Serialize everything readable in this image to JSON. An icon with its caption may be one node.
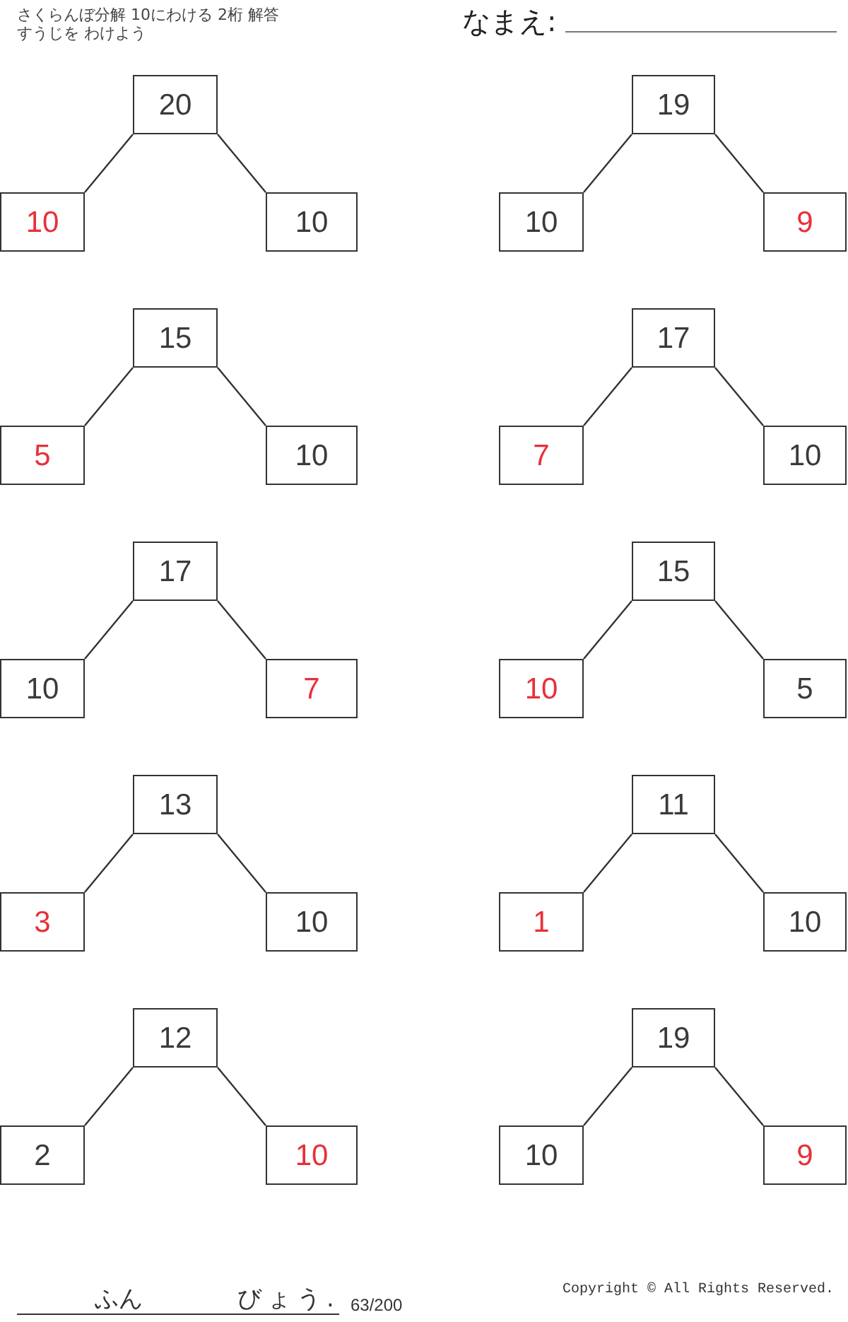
{
  "diagram": {
    "title": "さくらんぼ分解 10にわける 2桁 解答",
    "nodes": [
      {
        "text": [
          "20"
        ]
      },
      {
        "text": [
          "10"
        ]
      },
      {
        "text": [
          "10"
        ]
      },
      {
        "text": [
          "19"
        ]
      },
      {
        "text": [
          "10"
        ]
      },
      {
        "text": [
          "9"
        ]
      },
      {
        "text": [
          "15"
        ]
      },
      {
        "text": [
          "5"
        ]
      },
      {
        "text": [
          "10"
        ]
      },
      {
        "text": [
          "17"
        ]
      },
      {
        "text": [
          "7"
        ]
      },
      {
        "text": [
          "10"
        ]
      },
      {
        "text": [
          "17"
        ]
      },
      {
        "text": [
          "10"
        ]
      },
      {
        "text": [
          "7"
        ]
      },
      {
        "text": [
          "15"
        ]
      },
      {
        "text": [
          "10"
        ]
      },
      {
        "text": [
          "5"
        ]
      },
      {
        "text": [
          "13"
        ]
      },
      {
        "text": [
          "3"
        ]
      },
      {
        "text": [
          "10"
        ]
      },
      {
        "text": [
          "11"
        ]
      },
      {
        "text": [
          "1"
        ]
      },
      {
        "text": [
          "10"
        ]
      },
      {
        "text": [
          "12"
        ]
      },
      {
        "text": [
          "2"
        ]
      },
      {
        "text": [
          "10"
        ]
      },
      {
        "text": [
          "19"
        ]
      },
      {
        "text": [
          "10"
        ]
      },
      {
        "text": [
          "9"
        ]
      }
    ],
    "edges": [
      {
        "from": 0,
        "to": 1,
        "arrow": "none"
      },
      {
        "from": 0,
        "to": 2,
        "arrow": "none"
      },
      {
        "from": 3,
        "to": 4,
        "arrow": "none"
      },
      {
        "from": 3,
        "to": 5,
        "arrow": "none"
      },
      {
        "from": 6,
        "to": 7,
        "arrow": "none"
      },
      {
        "from": 6,
        "to": 8,
        "arrow": "none"
      },
      {
        "from": 9,
        "to": 10,
        "arrow": "none"
      },
      {
        "from": 9,
        "to": 11,
        "arrow": "none"
      },
      {
        "from": 12,
        "to": 13,
        "arrow": "none"
      },
      {
        "from": 12,
        "to": 14,
        "arrow": "none"
      },
      {
        "from": 15,
        "to": 16,
        "arrow": "none"
      },
      {
        "from": 15,
        "to": 17,
        "arrow": "none"
      },
      {
        "from": 18,
        "to": 19,
        "arrow": "none"
      },
      {
        "from": 18,
        "to": 20,
        "arrow": "none"
      },
      {
        "from": 21,
        "to": 22,
        "arrow": "none"
      },
      {
        "from": 21,
        "to": 23,
        "arrow": "none"
      },
      {
        "from": 24,
        "to": 25,
        "arrow": "none"
      },
      {
        "from": 24,
        "to": 26,
        "arrow": "none"
      },
      {
        "from": 27,
        "to": 28,
        "arrow": "none"
      },
      {
        "from": 27,
        "to": 29,
        "arrow": "none"
      }
    ],
    "labels": [
      "すうじを わけよう",
      "なまえ:",
      "ふん",
      "びょう.",
      "63/200",
      "Copyright © All Rights Reserved."
    ]
  }
}
